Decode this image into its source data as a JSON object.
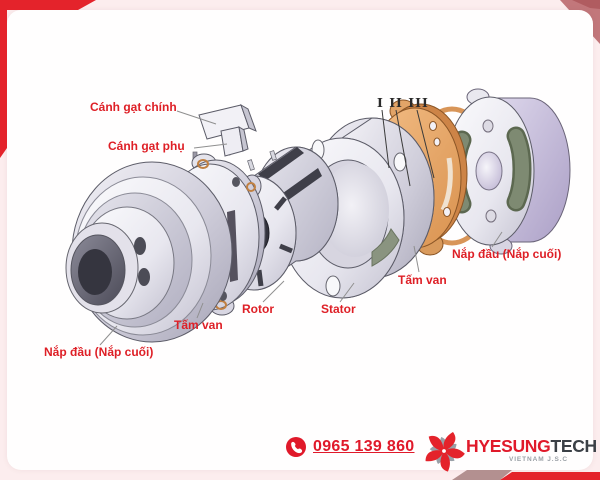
{
  "diagram": {
    "labels": {
      "main_vane": "Cánh gạt chính",
      "aux_vane": "Cánh gạt phụ",
      "section_marks": "I II III",
      "end_cap_left": "Nắp đầu (Nắp cuối)",
      "valve_plate_left": "Tấm van",
      "rotor": "Rotor",
      "stator": "Stator",
      "valve_plate_right": "Tấm van",
      "end_cap_right": "Nắp đầu (Nắp cuối)"
    }
  },
  "footer": {
    "phone": "0965 139 860",
    "brand": {
      "primary": "HYESUNG",
      "secondary": "TECH",
      "subtitle": "VIETNAM J.S.C"
    }
  },
  "colors": {
    "label_red": "#de1f26",
    "accent_red": "#e4232b",
    "rose_corner": "#c2777b",
    "background_pink": "#fcedee",
    "orange_plate": "#ecaa6d",
    "olive_recess": "#7e8a72",
    "purple_body": "#c7bedd"
  }
}
